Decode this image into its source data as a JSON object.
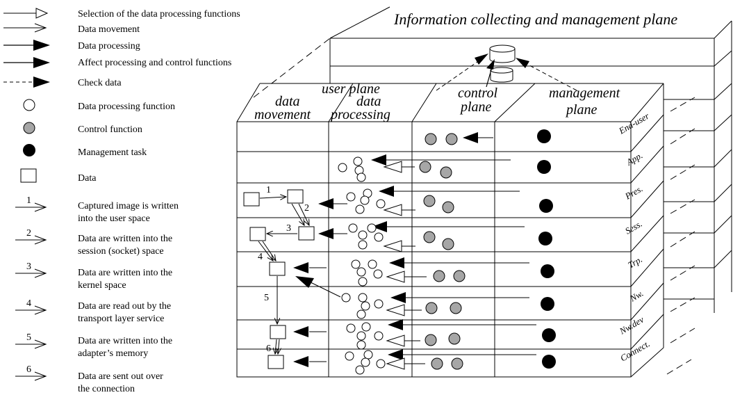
{
  "legend": [
    {
      "icon": "open-arrow-icon",
      "text": "Selection of the data processing functions"
    },
    {
      "icon": "thin-arrow-icon",
      "text": "Data movement"
    },
    {
      "icon": "filled-arrow-icon",
      "text": "Data processing"
    },
    {
      "icon": "filled-arrow-icon",
      "text": "Affect processing and control functions"
    },
    {
      "icon": "dashed-arrow-icon",
      "text": "Check data"
    },
    {
      "icon": "white-circle-icon",
      "text": "Data processing function"
    },
    {
      "icon": "gray-circle-icon",
      "text": "Control function"
    },
    {
      "icon": "black-circle-icon",
      "text": "Management task"
    },
    {
      "icon": "square-icon",
      "text": "Data"
    },
    {
      "icon": "numbered-arrow-icon",
      "num": "1",
      "line1": "Captured image is written",
      "line2": "into the user space"
    },
    {
      "icon": "numbered-arrow-icon",
      "num": "2",
      "line1": "Data are written into the",
      "line2": "session (socket) space"
    },
    {
      "icon": "numbered-arrow-icon",
      "num": "3",
      "line1": "Data are written into the",
      "line2": "kernel space"
    },
    {
      "icon": "numbered-arrow-icon",
      "num": "4",
      "line1": "Data are read out by the",
      "line2": "transport layer service"
    },
    {
      "icon": "numbered-arrow-icon",
      "num": "5",
      "line1": "Data are written into the",
      "line2": "adapter’s memory"
    },
    {
      "icon": "numbered-arrow-icon",
      "num": "6",
      "line1": "Data are sent out over",
      "line2": "the connection"
    }
  ],
  "top_plane": "Information collecting and management plane",
  "headers": {
    "user_plane": "user plane",
    "data_movement_1": "data",
    "data_movement_2": "movement",
    "data_processing_1": "data",
    "data_processing_2": "processing",
    "control_1": "control",
    "control_2": "plane",
    "management_1": "management",
    "management_2": "plane"
  },
  "layers": [
    "End-user",
    "App.",
    "Pres.",
    "Sess.",
    "Trp.",
    "Nw.",
    "Nw.dev",
    "Connect."
  ],
  "step_numbers": [
    "1",
    "2",
    "3",
    "4",
    "5",
    "6"
  ],
  "colors": {
    "gray_fill": "#a6a6a6",
    "stroke": "#000000",
    "background": "#ffffff"
  }
}
